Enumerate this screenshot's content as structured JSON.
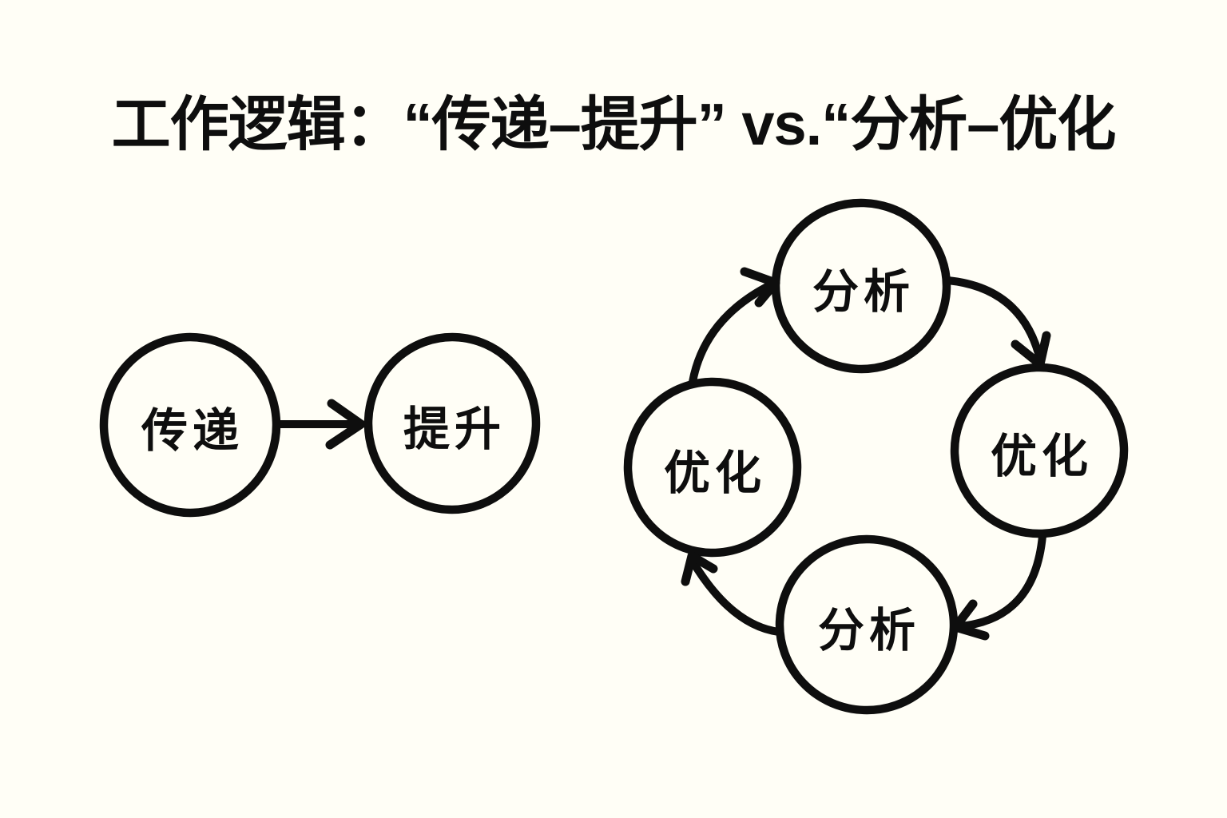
{
  "page": {
    "background_color": "#FFFEF6",
    "ink_color": "#0E0E0E"
  },
  "title": {
    "text": "工作逻辑：“传递–提升” vs.“分析–优化"
  },
  "linear_flow": {
    "nodes": [
      {
        "label": "传递",
        "position": "left"
      },
      {
        "label": "提升",
        "position": "right"
      }
    ],
    "edges": [
      {
        "from": "传递",
        "to": "提升",
        "style": "straight-arrow"
      }
    ]
  },
  "cycle_flow": {
    "direction": "clockwise",
    "nodes": [
      {
        "label": "分析",
        "position": "top"
      },
      {
        "label": "优化",
        "position": "right"
      },
      {
        "label": "分析",
        "position": "bottom"
      },
      {
        "label": "优化",
        "position": "left"
      }
    ],
    "edges": [
      {
        "from": "top",
        "to": "right",
        "style": "curved-arrow"
      },
      {
        "from": "right",
        "to": "bottom",
        "style": "curved-arrow"
      },
      {
        "from": "bottom",
        "to": "left",
        "style": "curved-arrow"
      },
      {
        "from": "left",
        "to": "top",
        "style": "curved-arrow"
      }
    ]
  }
}
